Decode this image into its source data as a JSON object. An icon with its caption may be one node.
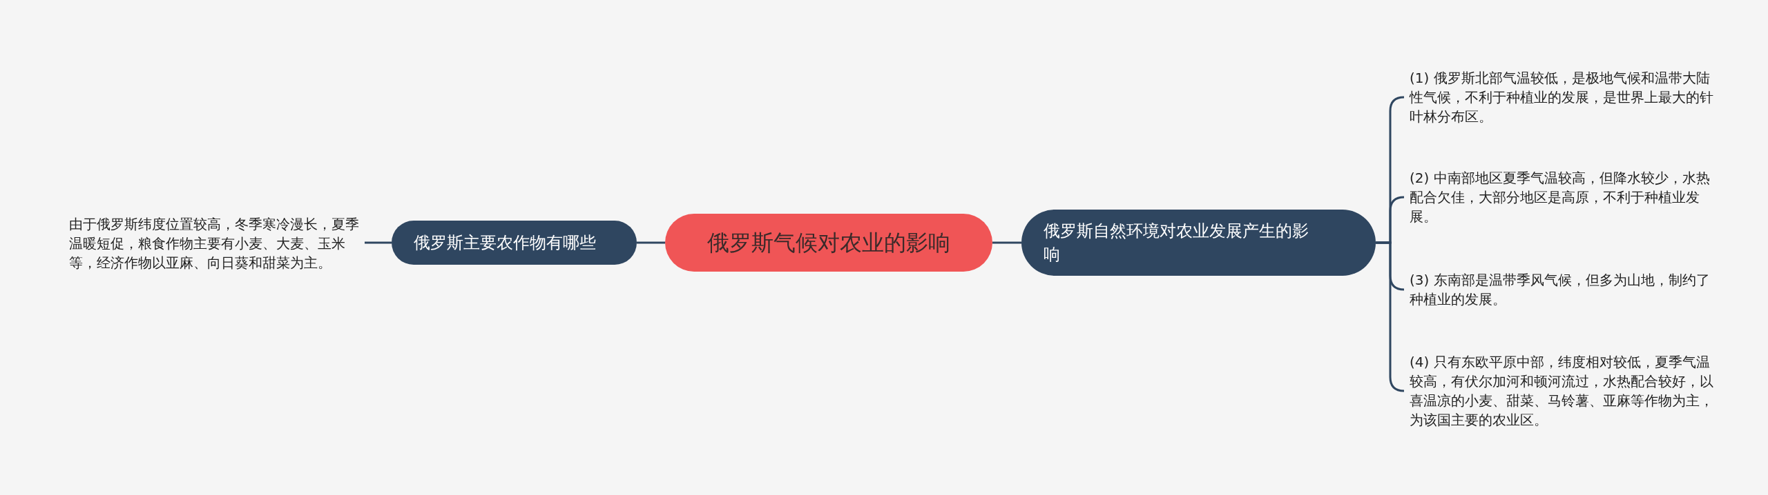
{
  "diagram": {
    "nodes": [
      {
        "text": [
          "俄罗斯气候对农业的影响"
        ]
      },
      {
        "text": [
          "俄罗斯主要农作物有哪些"
        ]
      },
      {
        "text": [
          "由于俄罗斯纬度位置较高，冬季寒冷漫长，夏季温暖短促，粮食作物主要有小麦、大麦、玉米等，经济作物以亚麻、向日葵和甜菜为主。"
        ]
      },
      {
        "text": [
          "俄罗斯自然环境对农业发展产生的影响"
        ]
      },
      {
        "text": [
          "(1) 俄罗斯北部气温较低，是极地气候和温带大陆性气候，不利于种植业的发展，是世界上最大的针叶林分布区。"
        ]
      },
      {
        "text": [
          "(2) 中南部地区夏季气温较高，但降水较少，水热配合欠佳，大部分地区是高原，不利于种植业发展。"
        ]
      },
      {
        "text": [
          "(3) 东南部是温带季风气候，但多为山地，制约了种植业的发展。"
        ]
      },
      {
        "text": [
          "(4) 只有东欧平原中部，纬度相对较低，夏季气温较高，有伏尔加河和顿河流过，水热配合较好，以喜温凉的小麦、甜菜、马铃薯、亚麻等作物为主，为该国主要的农业区。"
        ]
      }
    ],
    "edges": [
      {
        "from": 0,
        "to": 1,
        "arrow": "none"
      },
      {
        "from": 1,
        "to": 2,
        "arrow": "none"
      },
      {
        "from": 0,
        "to": 3,
        "arrow": "none"
      },
      {
        "from": 3,
        "to": 4,
        "arrow": "none"
      },
      {
        "from": 3,
        "to": 5,
        "arrow": "none"
      },
      {
        "from": 3,
        "to": 6,
        "arrow": "none"
      },
      {
        "from": 3,
        "to": 7,
        "arrow": "none"
      }
    ]
  }
}
